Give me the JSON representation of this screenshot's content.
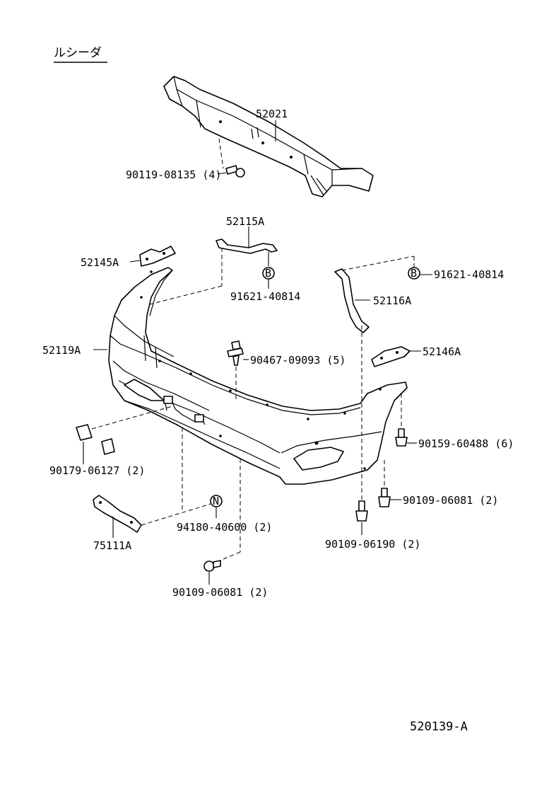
{
  "title": "ルシーダ",
  "diagram_code": "520139-A",
  "parts": {
    "p52021": "52021",
    "p90119": "90119-08135 (4)",
    "p52115A": "52115A",
    "p91621a": "91621-40814",
    "p52145A": "52145A",
    "p91621b": "91621-40814",
    "p52116A": "52116A",
    "p52119A": "52119A",
    "p90467": "90467-09093 (5)",
    "p52146A": "52146A",
    "p90159": "90159-60488 (6)",
    "p90179": "90179-06127 (2)",
    "p90109a": "90109-06081 (2)",
    "p94180": "94180-40600 (2)",
    "p75111A": "75111A",
    "p90109b": "90109-06190 (2)",
    "p90109c": "90109-06081 (2)"
  },
  "markers": {
    "b1": "B",
    "b2": "B",
    "n1": "N"
  }
}
